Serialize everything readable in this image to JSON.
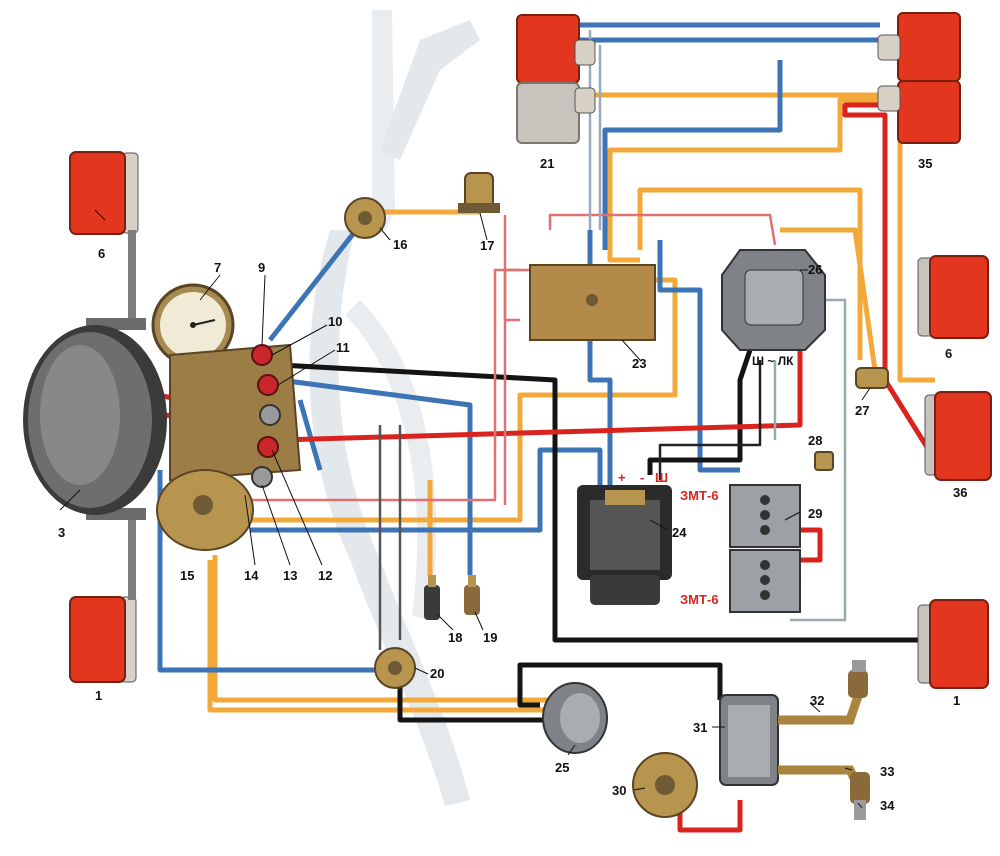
{
  "colors": {
    "lamp_red": "#e2361e",
    "lamp_grey": "#c9c3bd",
    "brass": "#b8954f",
    "wire_blue": "#3d74b5",
    "wire_black": "#141414",
    "wire_red": "#d8231f",
    "wire_orange": "#f2a93a",
    "frame_ghost": "#dfe5ea"
  },
  "labels": {
    "l1a": "1",
    "l1b": "1",
    "l3": "3",
    "l6a": "6",
    "l6b": "6",
    "l7": "7",
    "l9": "9",
    "l10": "10",
    "l11": "11",
    "l12": "12",
    "l13": "13",
    "l14": "14",
    "l15": "15",
    "l16": "16",
    "l17": "17",
    "l18": "18",
    "l19": "19",
    "l20": "20",
    "l21": "21",
    "l23": "23",
    "l24": "24",
    "l25": "25",
    "l26": "26",
    "l27": "27",
    "l28": "28",
    "l29": "29",
    "l30": "30",
    "l31": "31",
    "l32": "32",
    "l33": "33",
    "l34": "34",
    "l35": "35",
    "l36": "36"
  },
  "marks": {
    "relay_terms": "Ш ~ ЛК",
    "gen_plus": "+",
    "gen_minus": "-",
    "gen_sh": "Ш",
    "battery_top": "ЗМТ-6",
    "battery_bottom": "ЗМТ-6"
  }
}
